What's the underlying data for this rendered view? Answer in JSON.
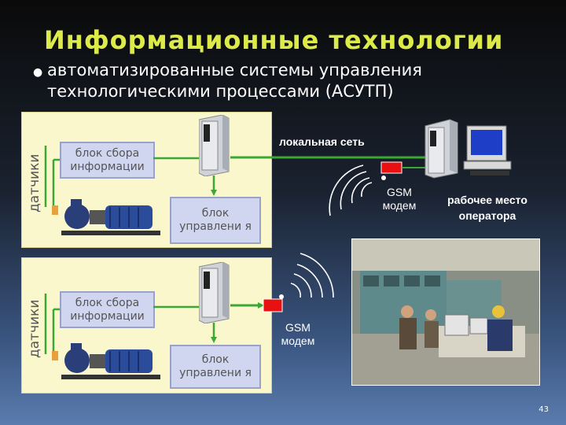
{
  "slide": {
    "title": "Информационные технологии",
    "bullet": "автоматизированные системы управления технологическими процессами (АСУТП)",
    "page_number": "43"
  },
  "panels": [
    {
      "sensors": "датчики",
      "collect_box": "блок сбора информации",
      "control_box": "блок управлени я"
    },
    {
      "sensors": "датчики",
      "collect_box": "блок сбора информации",
      "control_box": "блок управлени я"
    }
  ],
  "network": {
    "lan_label": "локальная сеть",
    "gsm_modem_top": "GSM модем",
    "gsm_modem_bottom": "GSM модем",
    "workplace": "рабочее место оператора"
  },
  "colors": {
    "title": "#dcea4a",
    "connector": "#3aa832",
    "modem": "#e81010",
    "panel_bg": "#fbf7cc",
    "box_bg": "#d0d6ef"
  }
}
